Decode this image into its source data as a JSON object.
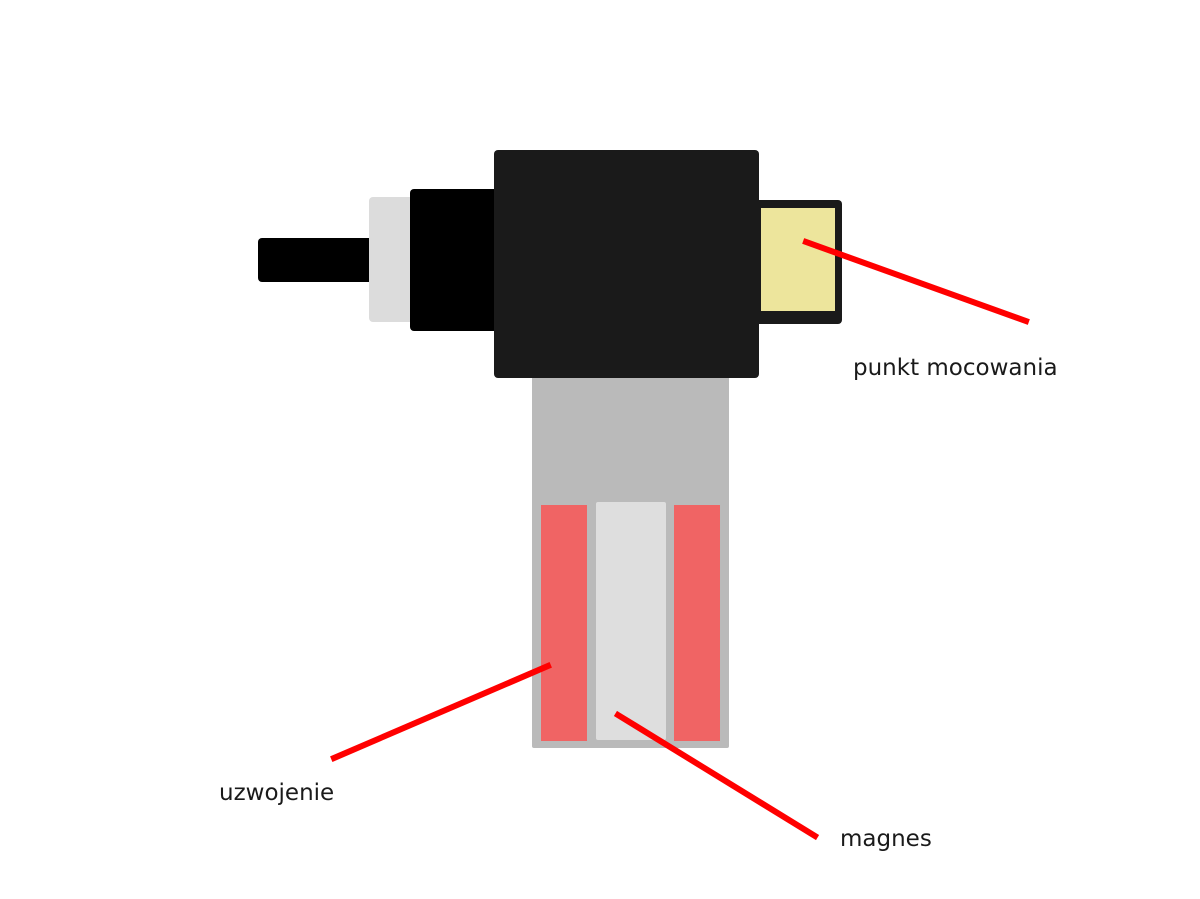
{
  "diagram": {
    "labels": {
      "mounting_point": "punkt mocowania",
      "winding": "uzwojenie",
      "magnet": "magnes"
    },
    "colors": {
      "background": "#ffffff",
      "body_black": "#1a1a1a",
      "pure_black": "#000000",
      "light_gray_ring": "#dcdcdc",
      "housing_gray": "#bababa",
      "winding_red": "#f06464",
      "magnet_gray": "#dedede",
      "mount_yellow": "#ede59c",
      "leader_red": "#ff0000"
    },
    "parts": [
      {
        "id": "shaft",
        "name": "shaft"
      },
      {
        "id": "ring",
        "name": "light ring"
      },
      {
        "id": "collar",
        "name": "collar"
      },
      {
        "id": "body",
        "name": "main body"
      },
      {
        "id": "mount",
        "name": "mounting point"
      },
      {
        "id": "housing",
        "name": "lower housing"
      },
      {
        "id": "winding-left",
        "name": "winding left"
      },
      {
        "id": "magnet",
        "name": "magnet"
      },
      {
        "id": "winding-right",
        "name": "winding right"
      }
    ]
  }
}
